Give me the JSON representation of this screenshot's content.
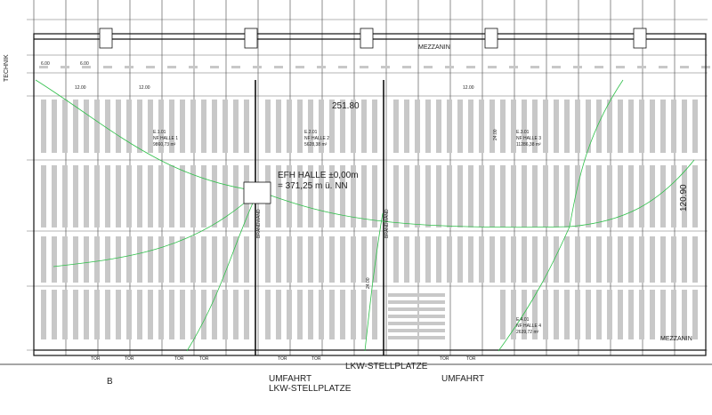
{
  "drawing": {
    "total_width": "251.80",
    "total_depth": "120.90",
    "level": "EFH HALLE ±0,00m",
    "level_nn": "= 371,25 m ü. NN",
    "technik": "TECHNIK",
    "mezzanin_top": "MEZZANIN",
    "mezzanin_right": "MEZZANIN",
    "tor": "TOR",
    "b_marker": "B",
    "dim_600": "6.00",
    "dim_1200": "12.00",
    "dim_2400": "24.00",
    "brandwand": "BRANDWAND",
    "halls": [
      {
        "code": "E.1.01",
        "name": "NF HALLE 1",
        "area": "9860,73 m²"
      },
      {
        "code": "E.2.01",
        "name": "NF HALLE 2",
        "area": "5628,38 m²"
      },
      {
        "code": "E.3.01",
        "name": "NF HALLE 3",
        "area": "11286,38 m²"
      },
      {
        "code": "E.4.01",
        "name": "NF HALLE 4",
        "area": "2639,72 m²"
      }
    ],
    "yard": {
      "lkw_top": "LKW-STELLPLATZE",
      "umfahrt_left": "UMFAHRT",
      "lkw_bottom": "LKW-STELLPLATZE",
      "umfahrt_right": "UMFAHRT"
    }
  }
}
